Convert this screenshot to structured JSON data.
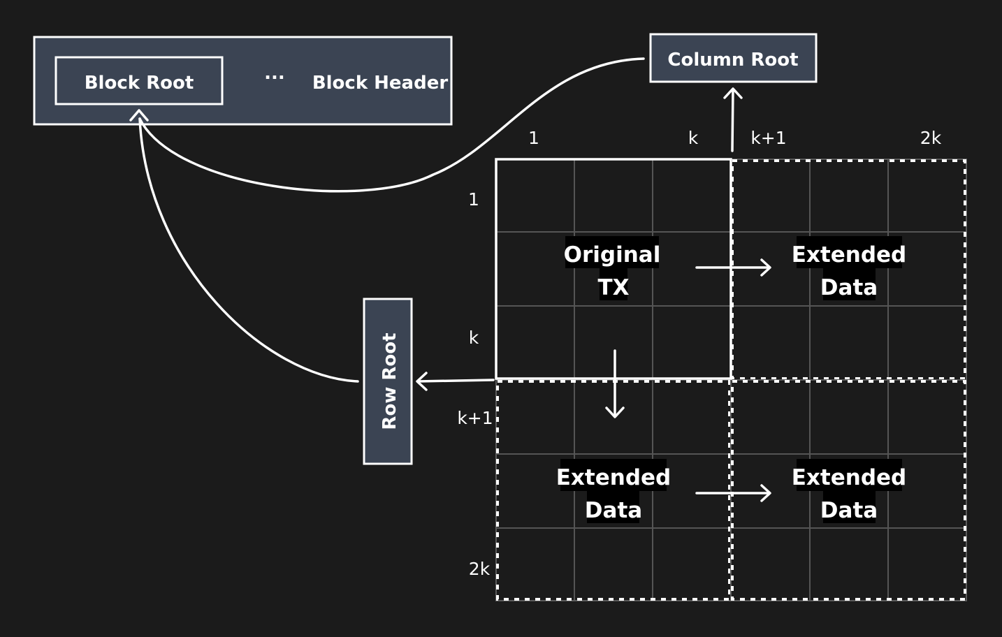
{
  "diagram": {
    "block_header": {
      "label": "Block Header",
      "ellipsis": "...",
      "block_root": {
        "label": "Block Root"
      }
    },
    "column_root": {
      "label": "Column Root"
    },
    "row_root": {
      "label": "Row Root"
    },
    "column_axis": [
      "1",
      "k",
      "k+1",
      "2k"
    ],
    "row_axis": [
      "1",
      "k",
      "k+1",
      "2k"
    ],
    "quadrants": {
      "top_left": {
        "line1": "Original",
        "line2": "TX",
        "border": "solid"
      },
      "top_right": {
        "line1": "Extended",
        "line2": "Data",
        "border": "dashed"
      },
      "bottom_left": {
        "line1": "Extended",
        "line2": "Data",
        "border": "dashed"
      },
      "bottom_right": {
        "line1": "Extended",
        "line2": "Data",
        "border": "dashed"
      }
    },
    "grid": {
      "cells_per_side": 6
    },
    "edges": [
      {
        "from": "original-tx",
        "to": "extended-data-top-right",
        "type": "arrow"
      },
      {
        "from": "original-tx",
        "to": "extended-data-bottom-left",
        "type": "arrow"
      },
      {
        "from": "extended-data-bottom-left",
        "to": "extended-data-bottom-right",
        "type": "arrow"
      },
      {
        "from": "grid-top",
        "to": "column-root",
        "type": "arrow"
      },
      {
        "from": "grid-left",
        "to": "row-root",
        "type": "arrow"
      },
      {
        "from": "column-root",
        "to": "block-root",
        "type": "curved-arrow"
      },
      {
        "from": "row-root",
        "to": "block-root",
        "type": "curved-arrow"
      }
    ],
    "colors": {
      "background": "#1b1b1b",
      "box_fill": "#3b4453",
      "stroke": "#ffffff",
      "grid_line": "#555555",
      "label_bg": "#000000"
    }
  }
}
